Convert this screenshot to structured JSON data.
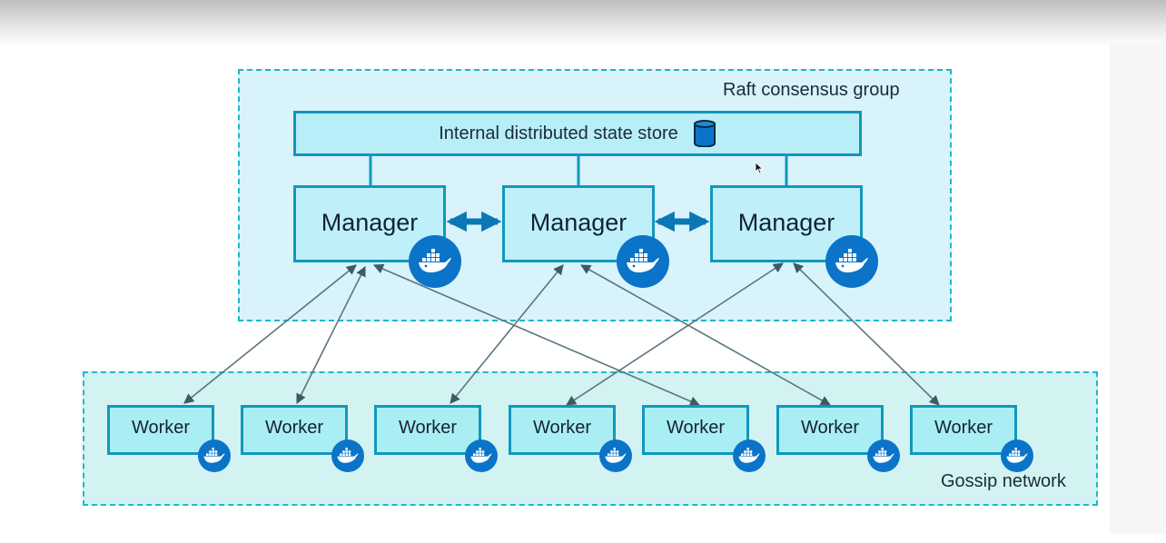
{
  "raft_group": {
    "label": "Raft consensus group"
  },
  "gossip_group": {
    "label": "Gossip network"
  },
  "state_store": {
    "label": "Internal distributed state store",
    "icon": "database-icon"
  },
  "managers": [
    {
      "label": "Manager",
      "icon": "docker-whale-icon"
    },
    {
      "label": "Manager",
      "icon": "docker-whale-icon"
    },
    {
      "label": "Manager",
      "icon": "docker-whale-icon"
    }
  ],
  "workers": [
    {
      "label": "Worker",
      "icon": "docker-whale-icon"
    },
    {
      "label": "Worker",
      "icon": "docker-whale-icon"
    },
    {
      "label": "Worker",
      "icon": "docker-whale-icon"
    },
    {
      "label": "Worker",
      "icon": "docker-whale-icon"
    },
    {
      "label": "Worker",
      "icon": "docker-whale-icon"
    },
    {
      "label": "Worker",
      "icon": "docker-whale-icon"
    },
    {
      "label": "Worker",
      "icon": "docker-whale-icon"
    }
  ],
  "connections": {
    "manager_to_manager": [
      [
        0,
        1
      ],
      [
        1,
        2
      ]
    ],
    "manager_to_worker": [
      [
        0,
        0
      ],
      [
        0,
        1
      ],
      [
        0,
        4
      ],
      [
        1,
        2
      ],
      [
        1,
        5
      ],
      [
        2,
        3
      ],
      [
        2,
        6
      ]
    ]
  },
  "colors": {
    "box_border": "#1197bf",
    "docker_blue": "#0b74c9",
    "link_line": "#5a7580",
    "group_border": "#1fb7c9"
  }
}
